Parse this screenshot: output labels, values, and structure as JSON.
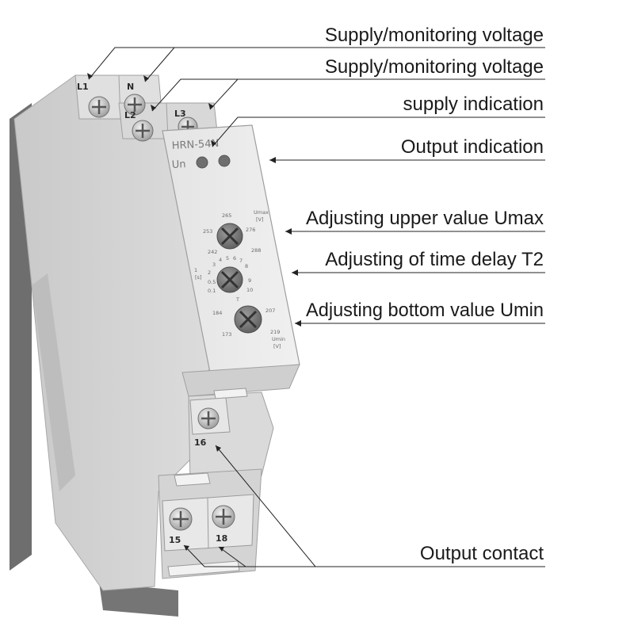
{
  "labels": {
    "supply_monitoring_1": "Supply/monitoring voltage",
    "supply_monitoring_2": "Supply/monitoring voltage",
    "supply_indication": "supply indication",
    "output_indication": "Output indication",
    "adj_umax": "Adjusting upper value Umax",
    "adj_t2": "Adjusting of time delay T2",
    "adj_umin": "Adjusting bottom value Umin",
    "output_contact": "Output contact"
  },
  "device": {
    "model": "HRN-54N",
    "led_label": "Un",
    "terminals": {
      "L1": "L1",
      "N": "N",
      "L2": "L2",
      "L3": "L3",
      "t16": "16",
      "t15": "15",
      "t18": "18"
    },
    "umax": {
      "title": "Umax",
      "unit": "[V]",
      "ticks": [
        "265",
        "253",
        "276",
        "242",
        "288"
      ]
    },
    "t2": {
      "unit": "[s]",
      "title": "T",
      "ticks": [
        "1",
        "2",
        "3",
        "4",
        "5",
        "6",
        "7",
        "8",
        "9",
        "10",
        "0.5",
        "0.1"
      ]
    },
    "umin": {
      "title": "Umin",
      "unit": "[V]",
      "ticks": [
        "184",
        "207",
        "173",
        "219"
      ]
    }
  },
  "colors": {
    "housing": "#d6d6d6",
    "housing_dark": "#b8b8b8",
    "housing_shade": "#c4c4c4",
    "panel": "#ebebeb",
    "knob": "#7c7c7c",
    "led": "#6f6f6f",
    "text": "#1a1a1a"
  }
}
